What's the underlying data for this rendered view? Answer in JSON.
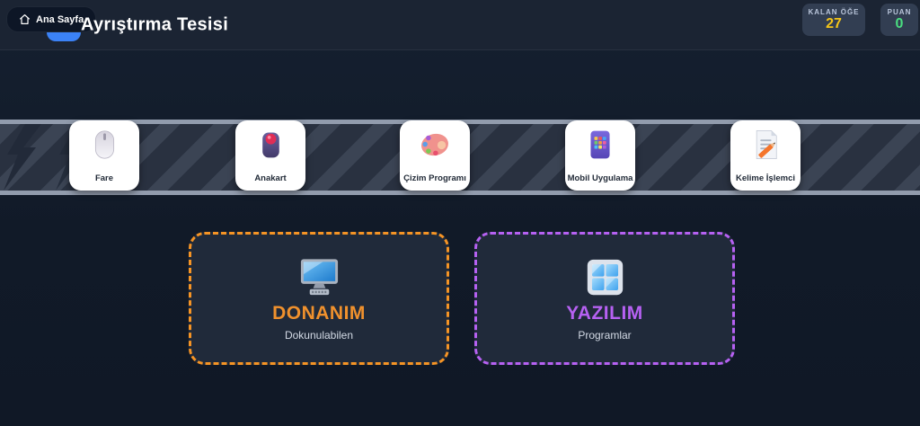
{
  "header": {
    "home_button_label": "Ana Sayfa",
    "title": "Ayrıştırma Tesisi",
    "stats": {
      "remaining": {
        "label": "KALAN ÖĞE",
        "value": "27",
        "color": "#f5c518"
      },
      "score": {
        "label": "PUAN",
        "value": "0",
        "color": "#4ade80"
      }
    }
  },
  "conveyor": {
    "items": [
      {
        "label": "Fare",
        "icon": "computer-mouse-icon"
      },
      {
        "label": "Anakart",
        "icon": "trackball-icon"
      },
      {
        "label": "Çizim Programı",
        "icon": "artist-palette-icon"
      },
      {
        "label": "Mobil Uygulama",
        "icon": "mobile-app-icon"
      },
      {
        "label": "Kelime İşlemci",
        "icon": "memo-pencil-icon"
      }
    ]
  },
  "drop_zones": [
    {
      "title": "DONANIM",
      "subtitle": "Dokunulabilen",
      "accent_color": "#f0912d",
      "icon": "desktop-computer-icon"
    },
    {
      "title": "YAZILIM",
      "subtitle": "Programlar",
      "accent_color": "#b661f2",
      "icon": "window-icon"
    }
  ]
}
